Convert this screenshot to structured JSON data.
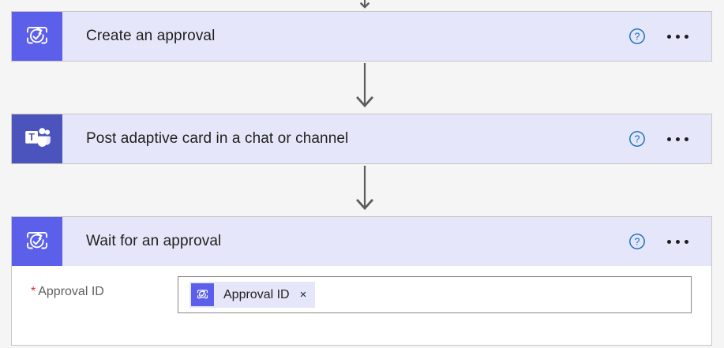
{
  "flow": {
    "background_color": "#f5f5f5",
    "card_header_color": "#e6e6fa",
    "accent_color": "#5b5fe9",
    "teams_color": "#4b53bc",
    "required_marker_color": "#d13438",
    "help_icon_color": "#0f6cbd",
    "steps": [
      {
        "title": "Create an approval",
        "icon": "approval-icon",
        "help_label": "?",
        "menu_label": "•••",
        "has_body": false
      },
      {
        "title": "Post adaptive card in a chat or channel",
        "icon": "teams-icon",
        "help_label": "?",
        "menu_label": "•••",
        "has_body": false
      },
      {
        "title": "Wait for an approval",
        "icon": "approval-icon",
        "help_label": "?",
        "menu_label": "•••",
        "has_body": true,
        "parameters": [
          {
            "label": "Approval ID",
            "required": true,
            "required_marker": "*",
            "token": {
              "label": "Approval ID",
              "remove_label": "×",
              "icon": "approval-icon"
            }
          }
        ]
      }
    ],
    "connectors": [
      {
        "name": "connector-top-stub"
      },
      {
        "name": "connector-step1-step2"
      },
      {
        "name": "connector-step2-step3"
      }
    ]
  }
}
